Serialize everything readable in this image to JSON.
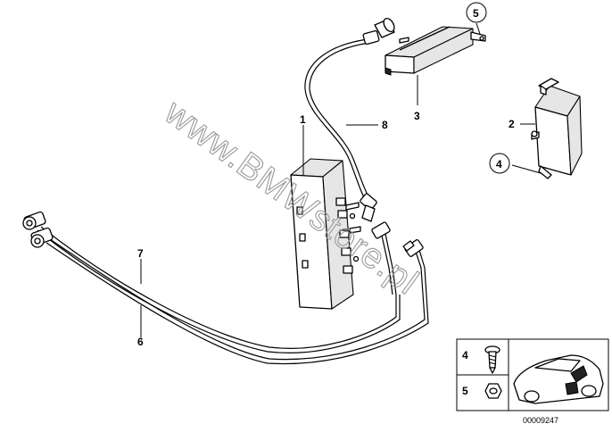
{
  "diagram": {
    "watermark": "www.BMWstore.pl",
    "document_number": "00009247",
    "callouts": {
      "c1": "1",
      "c2": "2",
      "c3": "3",
      "c4": "4",
      "c5": "5",
      "c6": "6",
      "c7": "7",
      "c8": "8"
    },
    "inset": {
      "row_top_label": "4",
      "row_bottom_label": "5"
    }
  }
}
